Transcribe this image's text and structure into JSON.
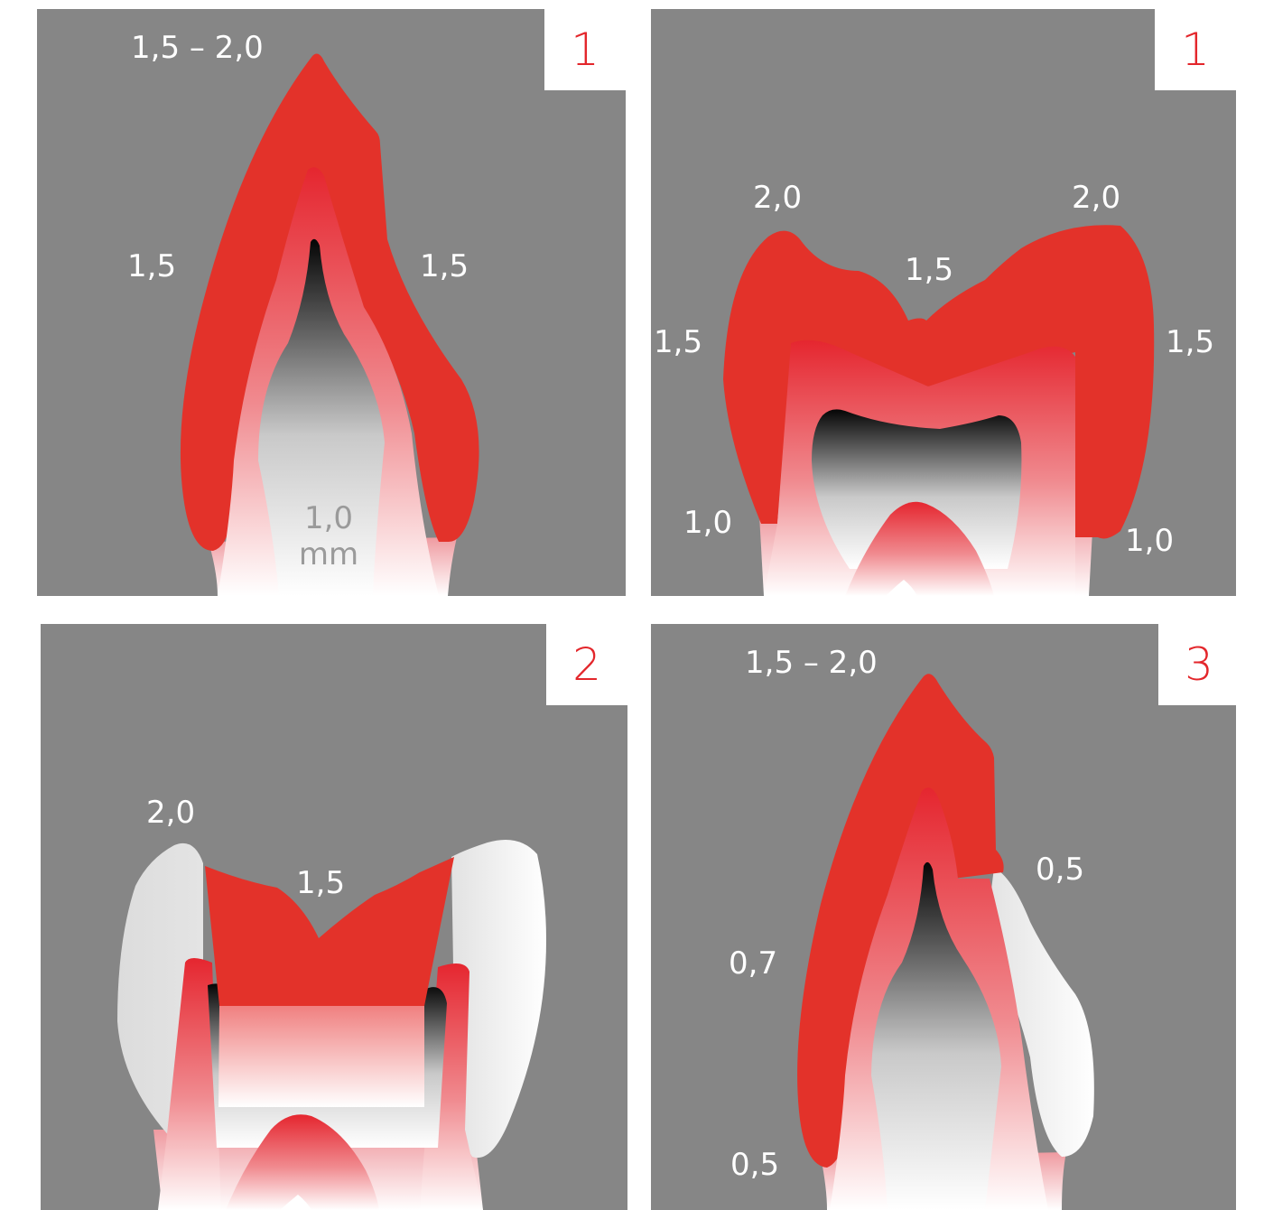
{
  "colors": {
    "background": "#868686",
    "accent_red": "#e3262b",
    "badge_bg": "#ffffff",
    "label_white": "#ffffff"
  },
  "panels": [
    {
      "badge": "1",
      "labels": {
        "tip": "1,5 – 2,0",
        "left": "1,5",
        "right": "1,5",
        "center_value": "1,0",
        "center_unit": "mm"
      }
    },
    {
      "badge": "1",
      "labels": {
        "cusp_left": "2,0",
        "cusp_right": "2,0",
        "center": "1,5",
        "side_left": "1,5",
        "side_right": "1,5",
        "margin_left": "1,0",
        "margin_right": "1,0"
      }
    },
    {
      "badge": "2",
      "labels": {
        "cusp": "2,0",
        "center": "1,5"
      }
    },
    {
      "badge": "3",
      "labels": {
        "tip": "1,5 – 2,0",
        "right": "0,5",
        "left": "0,7",
        "margin": "0,5"
      }
    }
  ]
}
